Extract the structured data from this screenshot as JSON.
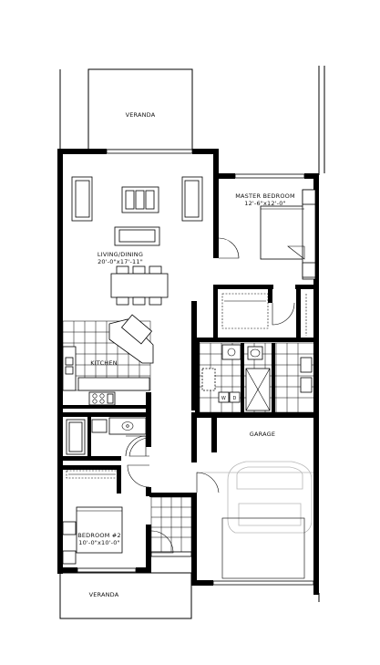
{
  "plan": {
    "rooms": [
      {
        "id": "veranda-top",
        "name": "VERANDA"
      },
      {
        "id": "master-bedroom",
        "name": "MASTER BEDROOM",
        "dims": "12'-6\"x12'-0\""
      },
      {
        "id": "living-dining",
        "name": "LIVING/DINING",
        "dims": "20'-0\"x17'-11\""
      },
      {
        "id": "kitchen",
        "name": "KITCHEN"
      },
      {
        "id": "garage",
        "name": "GARAGE"
      },
      {
        "id": "bedroom-2",
        "name": "BEDROOM #2",
        "dims": "10'-0\"x10'-0\""
      },
      {
        "id": "veranda-bottom",
        "name": "VERANDA"
      }
    ],
    "fixtures": {
      "washer": "W",
      "dryer": "D"
    }
  }
}
